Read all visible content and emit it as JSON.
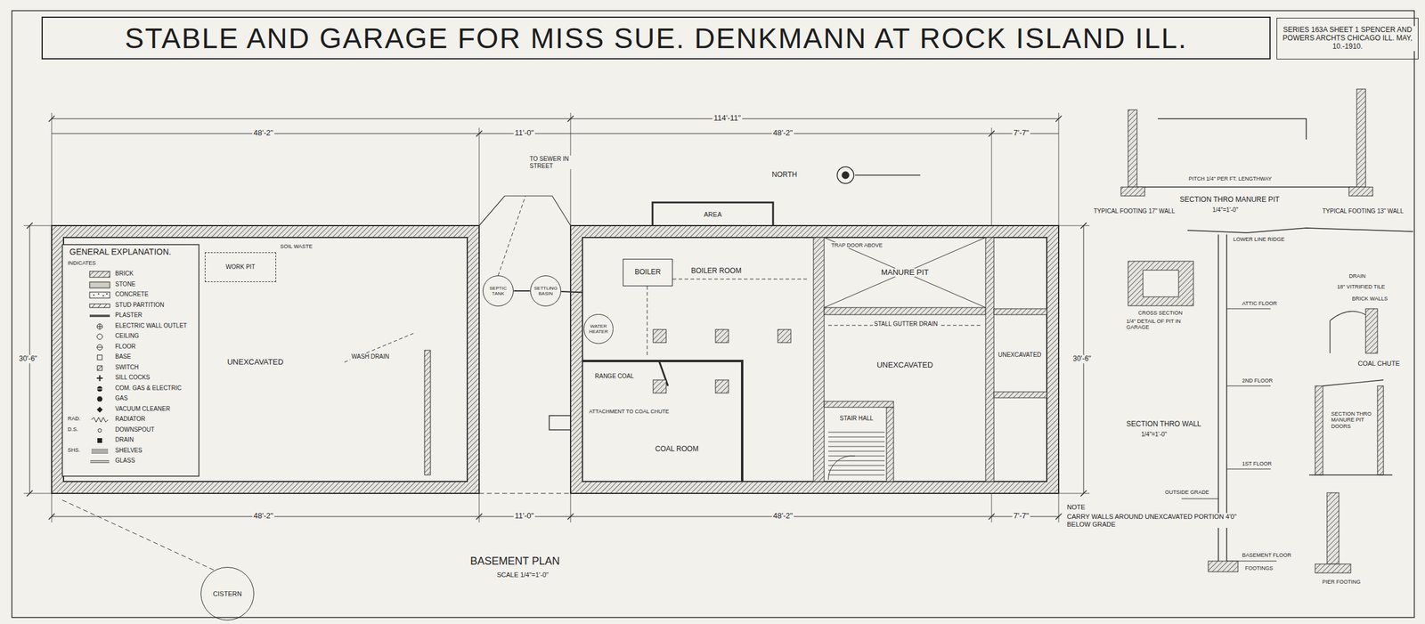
{
  "diagram": {
    "title": "STABLE AND GARAGE FOR MISS SUE. DENKMANN AT ROCK ISLAND ILL.",
    "nodes": [
      {
        "text": [
          "SERIES 163A SHEET 1 SPENCER AND POWERS ARCHTS CHICAGO ILL. MAY, 10.-1910."
        ]
      },
      {
        "text": [
          "WORK PIT"
        ]
      },
      {
        "text": [
          "UNEXCAVATED"
        ]
      },
      {
        "text": [
          "SEPTIC TANK"
        ]
      },
      {
        "text": [
          "SETTLING BASIN"
        ]
      },
      {
        "text": [
          "BOILER ROOM"
        ]
      },
      {
        "text": [
          "BOILER"
        ],
        "in": 5
      },
      {
        "text": [
          "WATER HEATER"
        ],
        "in": 5
      },
      {
        "text": [
          "COAL ROOM"
        ]
      },
      {
        "text": [
          "MANURE PIT"
        ]
      },
      {
        "text": [
          "UNEXCAVATED"
        ]
      },
      {
        "text": [
          "STAIR HALL"
        ]
      },
      {
        "text": [
          "AREA"
        ]
      },
      {
        "text": [
          "CISTERN"
        ]
      }
    ],
    "edges": [
      {
        "from": 3,
        "to": 4,
        "arrow": "none"
      },
      {
        "from": 4,
        "to": 5,
        "arrow": "none"
      }
    ],
    "labels": [
      "114'-11\"",
      "48'-2\"",
      "11'-0\"",
      "48'-2\"",
      "7'-7\"",
      "48'-2\"",
      "11'-0\"",
      "48'-2\"",
      "7'-7\"",
      "30'-6\"",
      "30'-6\"",
      "NORTH",
      "TO SEWER IN STREET",
      "BASEMENT PLAN",
      "SCALE 1/4\"=1'-0\"",
      "NOTE",
      "CARRY WALLS AROUND UNEXCAVATED PORTION 4'0\" BELOW GRADE",
      "SECTION THRO MANURE PIT",
      "1/4\"=1'-0\"",
      "TYPICAL FOOTING 17\" WALL",
      "TYPICAL FOOTING 13\" WALL",
      "PITCH 1/4\" PER FT. LENGTHWAY",
      "CROSS SECTION",
      "1/4\" DETAIL OF PIT IN GARAGE",
      "SECTION THRO WALL",
      "1/4\"=1'-0\"",
      "LOWER LINE RIDGE",
      "ATTIC FLOOR",
      "2ND FLOOR",
      "1ST FLOOR",
      "OUTSIDE GRADE",
      "BASEMENT FLOOR",
      "FOOTINGS",
      "DRAIN",
      "18\" VITRIFIED TILE",
      "BRICK WALLS",
      "COAL CHUTE",
      "SECTION THRO MANURE PIT DOORS",
      "PIER FOOTING",
      "STALL GUTTER DRAIN",
      "TRAP DOOR ABOVE",
      "WASH DRAIN",
      "SOIL WASTE",
      "RANGE COAL",
      "ATTACHMENT TO COAL CHUTE",
      "UNEXCAVATED",
      "GENERAL EXPLANATION.",
      "INDICATES",
      "RAD.",
      "D.S.",
      "SHS."
    ],
    "legend": [
      {
        "text": "BRICK"
      },
      {
        "text": "STONE"
      },
      {
        "text": "CONCRETE"
      },
      {
        "text": "STUD PARTITION"
      },
      {
        "text": "PLASTER"
      },
      {
        "text": "ELECTRIC WALL OUTLET"
      },
      {
        "text": "CEILING"
      },
      {
        "text": "FLOOR"
      },
      {
        "text": "BASE"
      },
      {
        "text": "SWITCH"
      },
      {
        "text": "SILL COCKS"
      },
      {
        "text": "COM. GAS & ELECTRIC"
      },
      {
        "text": "GAS"
      },
      {
        "text": "VACUUM CLEANER"
      },
      {
        "text": "RADIATOR"
      },
      {
        "text": "DOWNSPOUT"
      },
      {
        "text": "DRAIN"
      },
      {
        "text": "SHELVES"
      },
      {
        "text": "GLASS"
      }
    ]
  }
}
